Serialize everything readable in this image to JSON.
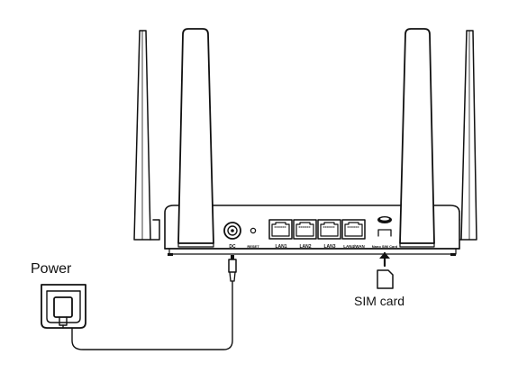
{
  "diagram": {
    "labels": {
      "power": "Power",
      "sim_card": "SIM card"
    },
    "port_labels": {
      "dc": "DC",
      "reset": "RESET",
      "lan1": "LAN1",
      "lan2": "LAN2",
      "lan3": "LAN3",
      "lan4_wan": "LAN4/WAN",
      "nano_sim": "Nano SIM Card"
    },
    "colors": {
      "line": "#111111",
      "fill": "#ffffff"
    }
  }
}
